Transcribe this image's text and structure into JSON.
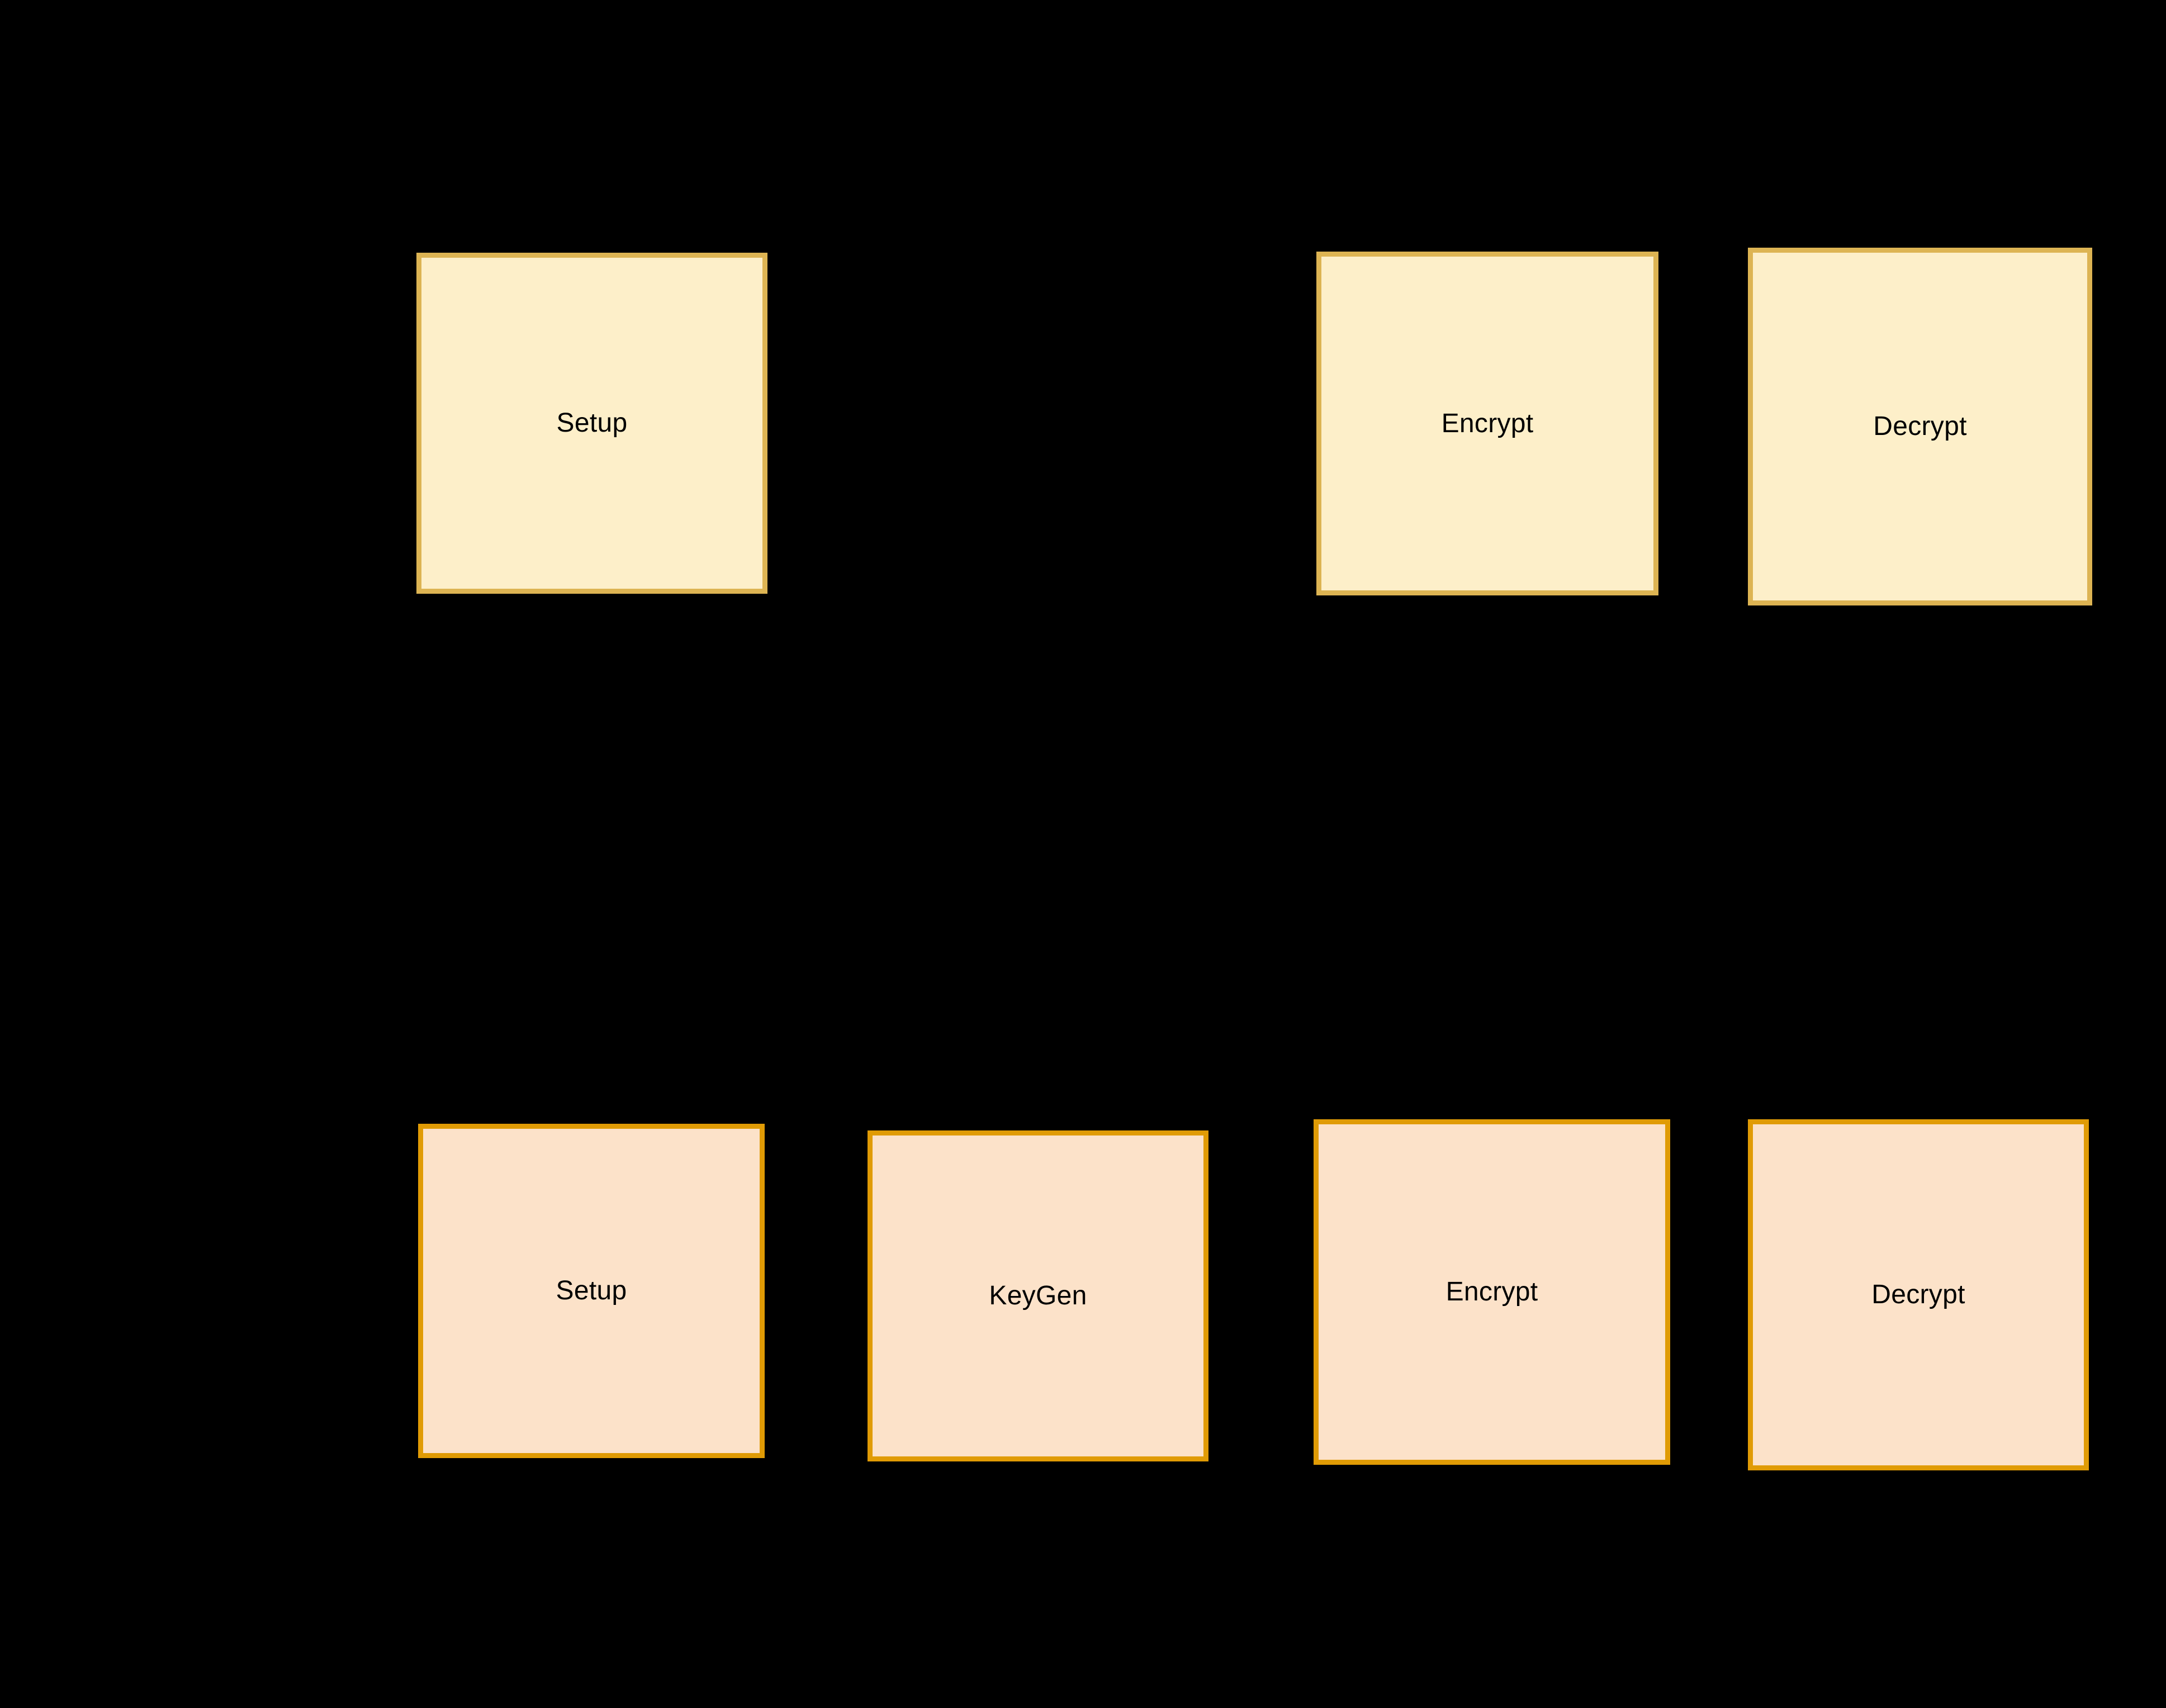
{
  "figure": {
    "background_color": "#000000",
    "row_top": {
      "fill_color": "#FDEFC9",
      "border_color": "#DDB453",
      "boxes": [
        {
          "label": "Setup"
        },
        {
          "label": "Encrypt"
        },
        {
          "label": "Decrypt"
        }
      ]
    },
    "row_bottom": {
      "fill_color": "#FCE2C9",
      "border_color": "#E09B05",
      "boxes": [
        {
          "label": "Setup"
        },
        {
          "label": "KeyGen"
        },
        {
          "label": "Encrypt"
        },
        {
          "label": "Decrypt"
        }
      ]
    }
  },
  "boxes_top": [
    {
      "name": "setup",
      "label": "Setup"
    },
    {
      "name": "encrypt",
      "label": "Encrypt"
    },
    {
      "name": "decrypt",
      "label": "Decrypt"
    }
  ],
  "boxes_bottom": [
    {
      "name": "setup",
      "label": "Setup"
    },
    {
      "name": "keygen",
      "label": "KeyGen"
    },
    {
      "name": "encrypt",
      "label": "Encrypt"
    },
    {
      "name": "decrypt",
      "label": "Decrypt"
    }
  ]
}
